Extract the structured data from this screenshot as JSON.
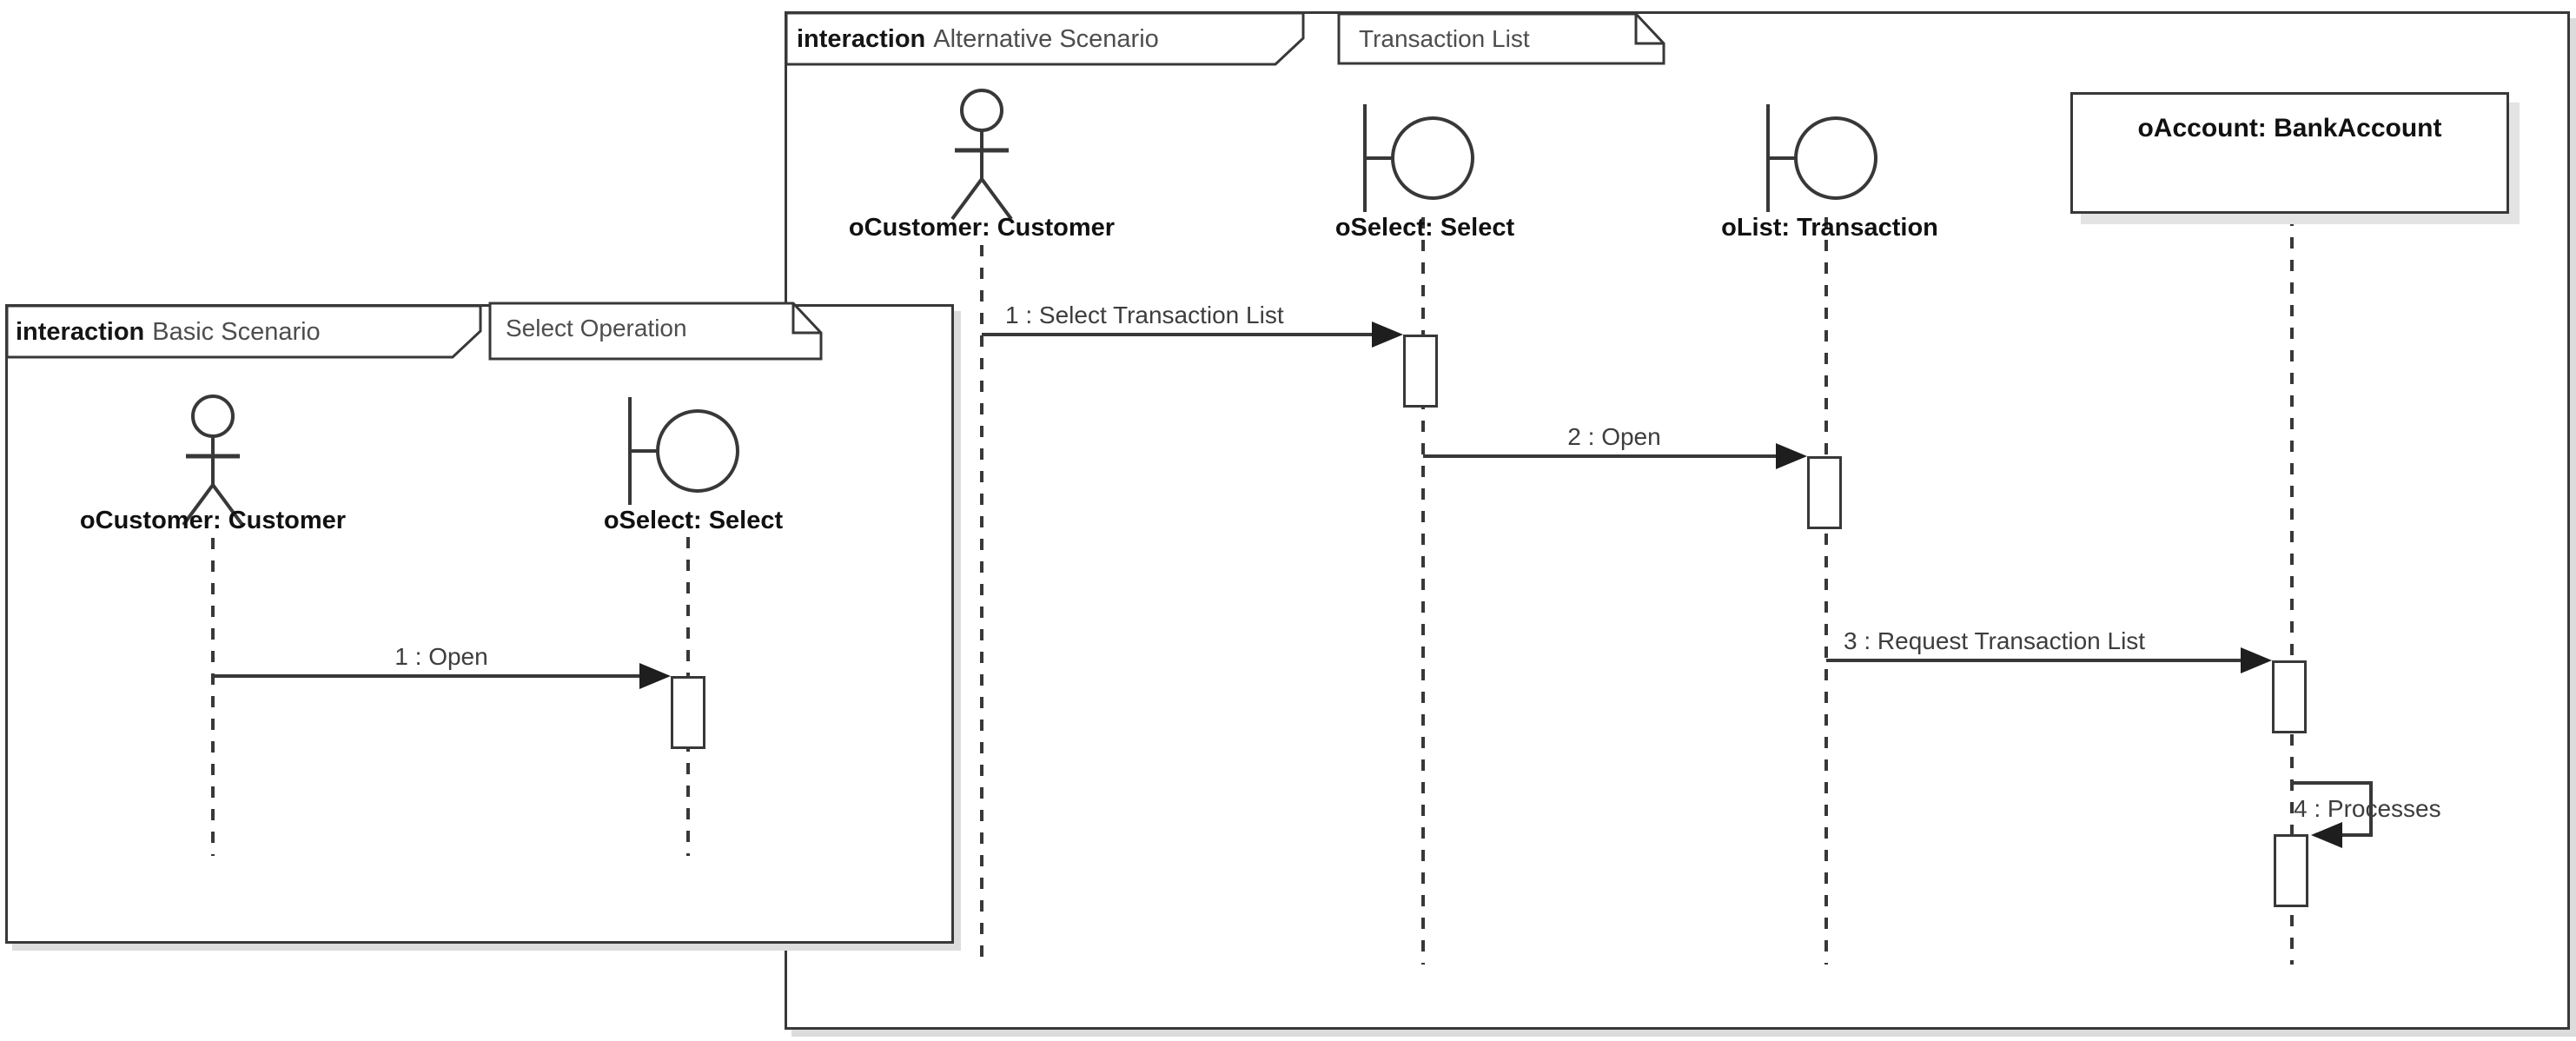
{
  "alt_frame": {
    "keyword": "interaction",
    "title": "Alternative Scenario",
    "note": "Transaction List",
    "lifelines": [
      {
        "label": "oCustomer: Customer",
        "kind": "actor"
      },
      {
        "label": "oSelect: Select",
        "kind": "boundary"
      },
      {
        "label": "oList: Transaction",
        "kind": "boundary"
      },
      {
        "label": "oAccount: BankAccount",
        "kind": "object"
      }
    ],
    "messages": [
      {
        "label": "1 : Select Transaction List",
        "from": "oCustomer",
        "to": "oSelect"
      },
      {
        "label": "2 : Open",
        "from": "oSelect",
        "to": "oList"
      },
      {
        "label": "3 : Request Transaction List",
        "from": "oList",
        "to": "oAccount"
      },
      {
        "label": "4 : Processes",
        "from": "oAccount",
        "to": "oAccount"
      }
    ]
  },
  "basic_frame": {
    "keyword": "interaction",
    "title": "Basic Scenario",
    "note": "Select Operation",
    "lifelines": [
      {
        "label": "oCustomer: Customer",
        "kind": "actor"
      },
      {
        "label": "oSelect: Select",
        "kind": "boundary"
      }
    ],
    "messages": [
      {
        "label": "1 : Open",
        "from": "oCustomer",
        "to": "oSelect"
      }
    ]
  },
  "colors": {
    "line": "#383838",
    "keyword_text": "#161616",
    "muted_text": "#4d4d4d",
    "message_text": "#3d3d3d",
    "shadow": "#dcdcdc",
    "background": "#ffffff"
  }
}
